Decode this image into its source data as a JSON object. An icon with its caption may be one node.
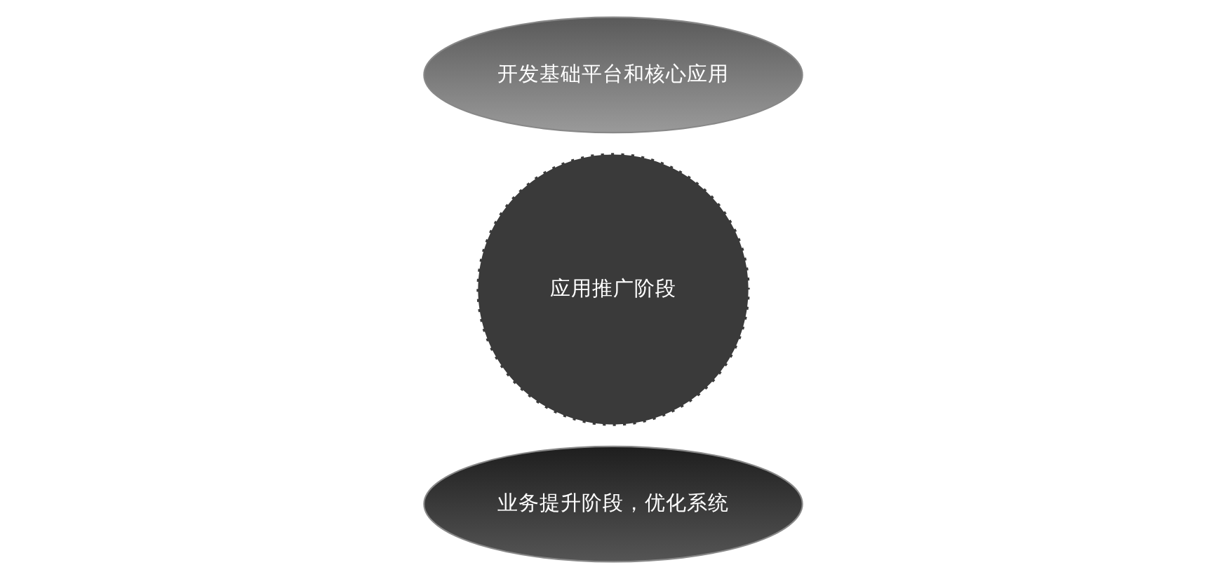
{
  "diagram": {
    "nodes": [
      {
        "text": [
          "开发基础平台和核心应用"
        ]
      },
      {
        "text": [
          "应用推广阶段"
        ]
      },
      {
        "text": [
          "业务提升阶段，优化系统"
        ]
      }
    ]
  }
}
